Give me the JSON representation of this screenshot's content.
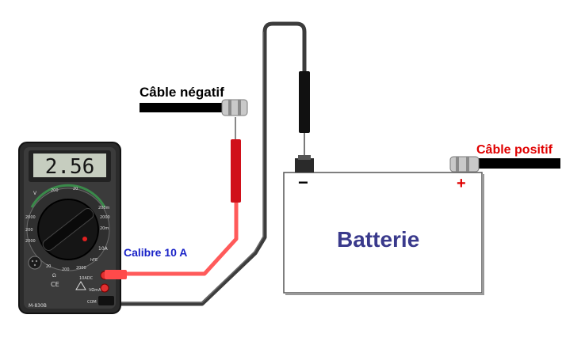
{
  "labels": {
    "negative_cable": "Câble négatif",
    "positive_cable": "Câble positif",
    "caliber": "Calibre 10 A",
    "battery": "Batterie",
    "minus_sign": "−",
    "plus_sign": "+"
  },
  "multimeter": {
    "display_value": "2.56",
    "model": "M-830B",
    "scale_marks": [
      "V",
      "200",
      "20",
      "2000",
      "200m",
      "2000",
      "20m",
      "200",
      "2000",
      "20",
      "200",
      "2000",
      "10A",
      "hFE",
      "Ω"
    ],
    "port_labels": [
      "10ADC",
      "VΩmA",
      "COM"
    ],
    "icons": [
      "ce-mark-icon",
      "warning-icon"
    ]
  },
  "colors": {
    "black_cable": "#000000",
    "red_cable": "#e02020",
    "probe_red": "#d0101a",
    "test_lead_red": "#ff5a5a",
    "test_lead_dark": "#3c3c3c",
    "negative_label": "#000000",
    "positive_label": "#e00000",
    "caliber_label": "#1a23c8",
    "battery_label": "#3a3a8c",
    "terminal_plus": "#e00000"
  }
}
